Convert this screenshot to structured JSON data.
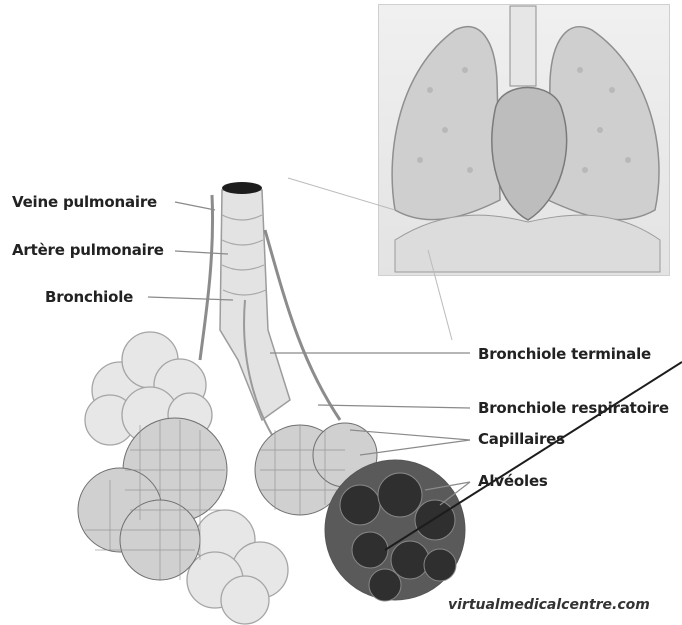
{
  "labels": {
    "veine_pulmonaire": "Veine pulmonaire",
    "artere_pulmonaire": "Artère pulmonaire",
    "bronchiole": "Bronchiole",
    "bronchiole_terminale": "Bronchiole terminale",
    "bronchiole_respiratoire": "Bronchiole respiratoire",
    "capillaires": "Capillaires",
    "alveoles": "Alvéoles"
  },
  "credit": "virtualmedicalcentre.com",
  "colors": {
    "tissue": "#d9d9d9",
    "tissue_dark": "#9a9a9a",
    "alveoli_dark": "#3a3a3a",
    "leader_line": "#8a8a8a",
    "text": "#222222"
  }
}
